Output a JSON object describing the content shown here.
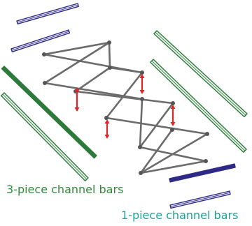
{
  "labels": {
    "three_piece": "3-piece channel bars",
    "one_piece": "1-piece channel bars"
  },
  "colors": {
    "three_piece_text": "#2f8a3a",
    "one_piece_text": "#1aa39a",
    "green_bar": "#2d7a3b",
    "green_bar_light": "#e9f3ea",
    "blue_bar": "#2e2a86",
    "blue_bar_light": "#e7e6f4",
    "scissor_frame": "#6b6b6b",
    "scissor_node": "#555555",
    "arrow": "#e0242a"
  },
  "icons": {
    "arrow": "double-headed-arrow"
  }
}
